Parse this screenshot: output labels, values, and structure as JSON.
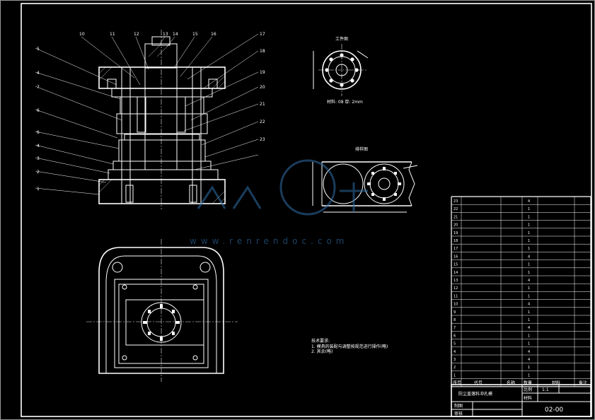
{
  "drawing": {
    "title": "防尘盖落料冲孔模",
    "number": "02-00",
    "scale_label": "比例",
    "scale_value": "1:1",
    "material_label": "材料",
    "drawn_label": "制图",
    "checked_label": "审核"
  },
  "views": {
    "workpiece_title": "工件图",
    "workpiece_note": "材料: 08  厚: 2mm",
    "layout_title": "排样图",
    "tech_req_title": "技术要求:",
    "tech_req_lines": [
      "1. 模具的装配与调整按规范进行操作(略)",
      "2. 其余(略)"
    ]
  },
  "part_numbers_left": [
    "5",
    "4",
    "7",
    "6",
    "6",
    "4",
    "3",
    "2",
    "1"
  ],
  "part_numbers_top": [
    "10",
    "11",
    "12",
    "13",
    "14",
    "15",
    "16"
  ],
  "part_numbers_right": [
    "17",
    "18",
    "19",
    "20",
    "21",
    "22",
    "23"
  ],
  "bom_header": [
    "序号",
    "代号",
    "名称",
    "数量",
    "材料",
    "备注"
  ],
  "bom_rows": [
    [
      "23",
      "",
      "",
      "4",
      "",
      ""
    ],
    [
      "22",
      "",
      "",
      "1",
      "",
      ""
    ],
    [
      "21",
      "",
      "",
      "1",
      "",
      ""
    ],
    [
      "20",
      "",
      "",
      "1",
      "",
      ""
    ],
    [
      "19",
      "",
      "",
      "1",
      "",
      ""
    ],
    [
      "18",
      "",
      "",
      "1",
      "",
      ""
    ],
    [
      "17",
      "",
      "",
      "1",
      "",
      ""
    ],
    [
      "16",
      "",
      "",
      "4",
      "",
      ""
    ],
    [
      "15",
      "",
      "",
      "1",
      "",
      ""
    ],
    [
      "14",
      "",
      "",
      "1",
      "",
      ""
    ],
    [
      "13",
      "",
      "",
      "4",
      "",
      ""
    ],
    [
      "12",
      "",
      "",
      "1",
      "",
      ""
    ],
    [
      "11",
      "",
      "",
      "1",
      "",
      ""
    ],
    [
      "10",
      "",
      "",
      "4",
      "",
      ""
    ],
    [
      "9",
      "",
      "",
      "1",
      "",
      ""
    ],
    [
      "8",
      "",
      "",
      "1",
      "",
      ""
    ],
    [
      "7",
      "",
      "",
      "4",
      "",
      ""
    ],
    [
      "6",
      "",
      "",
      "1",
      "",
      ""
    ],
    [
      "5",
      "",
      "",
      "1",
      "",
      ""
    ],
    [
      "4",
      "",
      "",
      "4",
      "",
      ""
    ],
    [
      "3",
      "",
      "",
      "4",
      "",
      ""
    ],
    [
      "2",
      "",
      "",
      "1",
      "",
      ""
    ],
    [
      "1",
      "",
      "",
      "1",
      "",
      ""
    ]
  ],
  "watermark": {
    "text": "www.renrendoc.com",
    "color": "#2f6fa8"
  }
}
